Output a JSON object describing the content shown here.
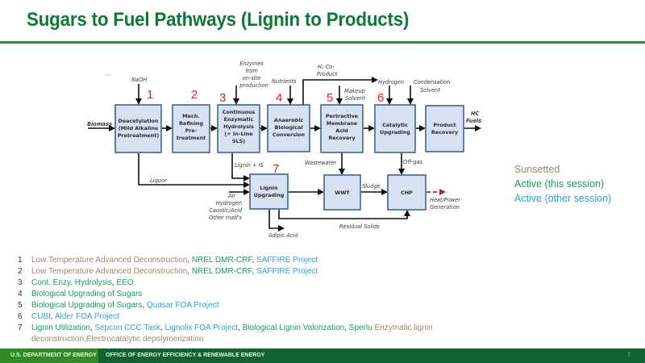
{
  "title": "Sugars to Fuel Pathways (Lignin to Products)",
  "colors": {
    "title": "#0b7a35",
    "sunsetted": "#9a8a68",
    "active_this": "#14a05a",
    "active_other": "#2aa3d6",
    "step_number": "#e8201e",
    "box_fill": "#d6e1f1",
    "box_stroke": "#3f6391",
    "heat_arrow": "#c0201e"
  },
  "diagram": {
    "boxes": {
      "deacetylation": [
        "Deacetylation",
        "(Mild Alkaline",
        "Pretreatment)"
      ],
      "mech_refining": [
        "Mech.",
        "Refining",
        "Pre-",
        "treatment"
      ],
      "enzymatic_hydrolysis": [
        "Continuous",
        "Enzymatic",
        "Hydrolysis",
        "(+ In-Line",
        "SLS)"
      ],
      "anaerobic": [
        "Anaerobic",
        "Biological",
        "Conversion"
      ],
      "pertractive": [
        "Pertractive",
        "Membrane",
        "Acid",
        "Recovery"
      ],
      "catalytic": [
        "Catalytic",
        "Upgrading"
      ],
      "product_recovery": [
        "Product",
        "Recovery"
      ],
      "lignin_upgrading": [
        "Lignin",
        "Upgrading"
      ],
      "wwt": [
        "WWT"
      ],
      "chp": [
        "CHP"
      ]
    },
    "labels": {
      "biomass": "Biomass",
      "naoh": "NaOH",
      "enzymes": [
        "Enzymes",
        "from",
        "on-site",
        "production"
      ],
      "nutrients": "Nutrients",
      "h2_coproduct": [
        "H₂ Co-",
        "Product"
      ],
      "makeup_solvent": [
        "Makeup",
        "Solvent"
      ],
      "hydrogen": "Hydrogen",
      "condensation_solvent": [
        "Condensation",
        "Solvent"
      ],
      "hc_fuels": [
        "HC",
        "Fuels"
      ],
      "lignin_is": "Lignin + IS",
      "liquor": "Liquor",
      "wastewater": "Wastewater",
      "offgas": "Off-gas",
      "sludge": "Sludge",
      "inputs_7": [
        "Air",
        "Hydrogen",
        "Caustic/Acid",
        "Other matl's"
      ],
      "heat_power": [
        "Heat/Power",
        "Generation"
      ],
      "residual_solids": "Residual Solids",
      "adipic_acid": "Adipic Acid"
    },
    "step_numbers": [
      "1",
      "2",
      "3",
      "4",
      "5",
      "6",
      "7"
    ]
  },
  "legend": [
    {
      "label": "Sunsetted",
      "status": "sunsetted"
    },
    {
      "label": "Active (this session)",
      "status": "active_this"
    },
    {
      "label": "Active (other session)",
      "status": "active_other"
    }
  ],
  "notes": [
    {
      "num": "1",
      "parts": [
        {
          "text": "Low Temperature Advanced Deconstruction",
          "status": "sunsetted"
        },
        {
          "text": ", ",
          "status": "sep"
        },
        {
          "text": "NREL DMR-CRF",
          "status": "active_this"
        },
        {
          "text": ", ",
          "status": "sep"
        },
        {
          "text": "SAFFIRE Project",
          "status": "active_other"
        }
      ]
    },
    {
      "num": "2",
      "parts": [
        {
          "text": "Low Temperature Advanced Deconstruction",
          "status": "sunsetted"
        },
        {
          "text": ", ",
          "status": "sep"
        },
        {
          "text": "NREL DMR-CRF",
          "status": "active_this"
        },
        {
          "text": ", ",
          "status": "sep"
        },
        {
          "text": "SAFFIRE Project",
          "status": "active_other"
        }
      ]
    },
    {
      "num": "3",
      "parts": [
        {
          "text": "Cont. Enzy. Hydrolysis",
          "status": "active_this"
        },
        {
          "text": ", ",
          "status": "sep"
        },
        {
          "text": "EEO",
          "status": "active_this"
        }
      ]
    },
    {
      "num": "4",
      "parts": [
        {
          "text": "Biological Upgrading of Sugars",
          "status": "active_this"
        }
      ]
    },
    {
      "num": "5",
      "parts": [
        {
          "text": "Biological Upgrading of Sugars",
          "status": "active_this"
        },
        {
          "text": ", ",
          "status": "sep"
        },
        {
          "text": "Quasar FOA Project",
          "status": "active_other"
        }
      ]
    },
    {
      "num": "6",
      "parts": [
        {
          "text": "CUBI",
          "status": "active_other"
        },
        {
          "text": ", ",
          "status": "sep"
        },
        {
          "text": "Alder FOA Project",
          "status": "active_other"
        }
      ]
    },
    {
      "num": "7",
      "parts": [
        {
          "text": "Lignin Utilization",
          "status": "active_this"
        },
        {
          "text": ", ",
          "status": "sep"
        },
        {
          "text": "Sepcon CCC Task",
          "status": "active_other"
        },
        {
          "text": ", ",
          "status": "sep"
        },
        {
          "text": "Lignolix FOA Project",
          "status": "active_other"
        },
        {
          "text": ", ",
          "status": "sep"
        },
        {
          "text": "Biological Lignin Valorization",
          "status": "active_this"
        },
        {
          "text": ", ",
          "status": "sep"
        },
        {
          "text": "Sperlu",
          "status": "active_this"
        },
        {
          "text": " Enzymatic lignin",
          "status": "sunsetted"
        }
      ],
      "continuation": [
        {
          "text": "deconstruction",
          "status": "sunsetted"
        },
        {
          "text": ", ",
          "status": "sunsetted"
        },
        {
          "text": "Electrocatalytic depolymerization",
          "status": "sunsetted"
        }
      ]
    }
  ],
  "footer": {
    "department": "U.S. DEPARTMENT OF ENERGY",
    "office": "OFFICE OF ENERGY EFFICIENCY & RENEWABLE ENERGY",
    "page_number": "7"
  }
}
